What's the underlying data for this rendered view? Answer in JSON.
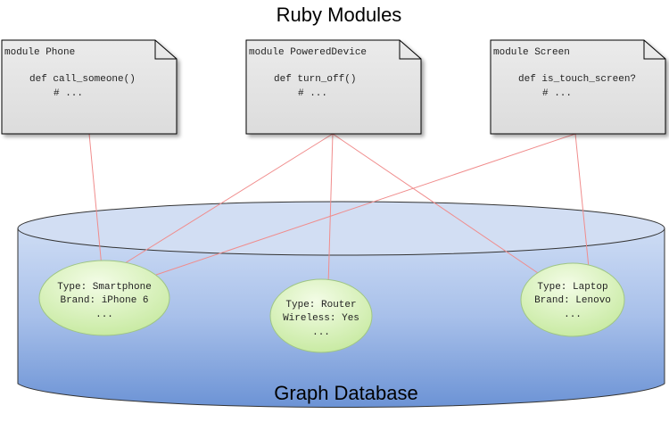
{
  "diagram_title": "Ruby Modules",
  "database_label": "Graph Database",
  "modules": [
    {
      "name": "module Phone",
      "method": "def call_someone()",
      "body": "# ..."
    },
    {
      "name": "module PoweredDevice",
      "method": "def turn_off()",
      "body": "# ..."
    },
    {
      "name": "module Screen",
      "method": "def is_touch_screen?",
      "body": "# ..."
    }
  ],
  "nodes": [
    {
      "line1": "Type: Smartphone",
      "line2": "Brand: iPhone 6",
      "line3": "..."
    },
    {
      "line1": "Type: Router",
      "line2": "Wireless: Yes",
      "line3": "..."
    },
    {
      "line1": "Type: Laptop",
      "line2": "Brand: Lenovo",
      "line3": "..."
    }
  ],
  "colors": {
    "connector": "#f08c8c",
    "note_fill": "#e2e2e2",
    "node_fill": "#c8eca0",
    "node_stroke": "#a3c78a",
    "db_top": "#d6e2f6",
    "db_bottom": "#6f96d6"
  }
}
